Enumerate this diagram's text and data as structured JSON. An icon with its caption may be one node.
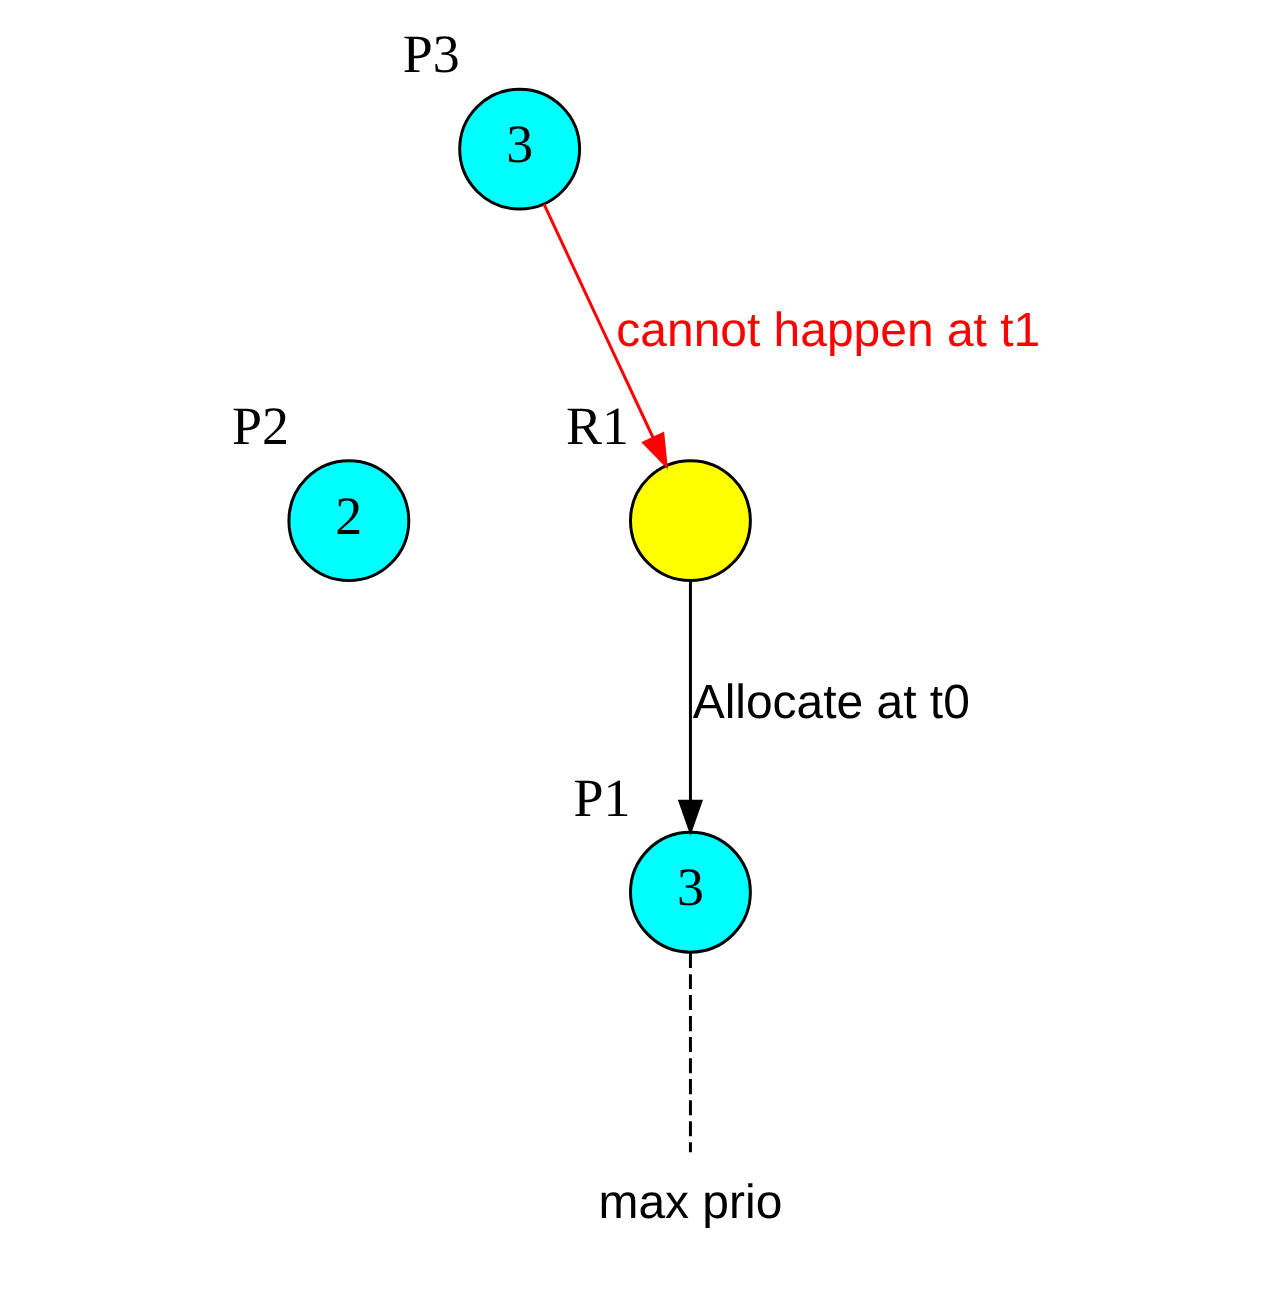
{
  "diagram": {
    "nodes": [
      {
        "text": [
          "3"
        ],
        "beside": [
          "P3"
        ]
      },
      {
        "text": [
          "2"
        ],
        "beside": [
          "P2"
        ]
      },
      {
        "text": [],
        "shape": "circle",
        "beside": [
          "R1"
        ]
      },
      {
        "text": [
          "3"
        ],
        "beside": [
          "P1"
        ]
      },
      {
        "text": [
          "max prio"
        ]
      }
    ],
    "edges": [
      {
        "from": 0,
        "to": 2,
        "arrow": "to",
        "label": "cannot happen at t1",
        "color": "#ff0000"
      },
      {
        "from": 2,
        "to": 3,
        "arrow": "to",
        "label": "Allocate at t0"
      },
      {
        "from": 3,
        "to": 4,
        "arrow": "none",
        "style": "dashed"
      }
    ]
  }
}
